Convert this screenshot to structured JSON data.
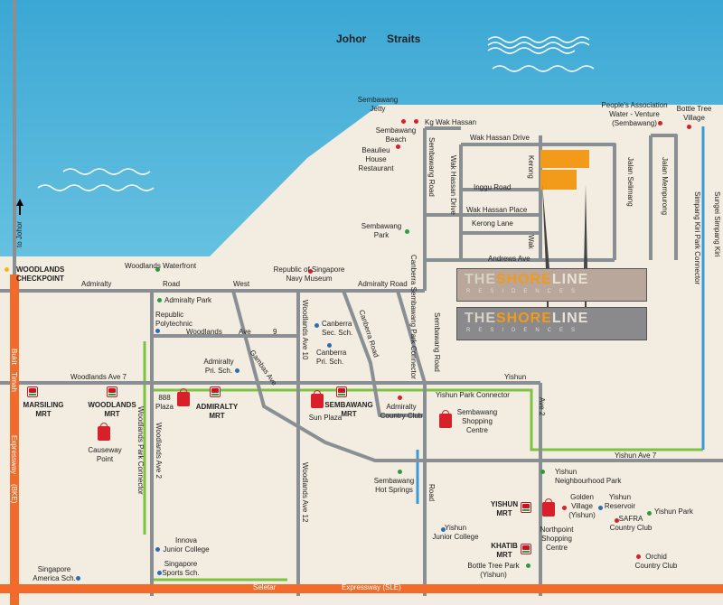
{
  "water_name_1": "Johor",
  "water_name_2": "Straits",
  "to_johor": "to Johor",
  "brand": {
    "part1": "THE",
    "part2": "SHORE",
    "part3": "LINE",
    "tagline": "RESIDENCES"
  },
  "roads": {
    "admiralty_road": "Admiralty",
    "road_1": "Road",
    "west": "West",
    "admiralty_road_2": "Admiralty Road",
    "woodlands_ave_9_a": "Woodlands",
    "woodlands_ave_9_b": "Ave",
    "woodlands_ave_9_c": "9",
    "woodlands_ave_7": "Woodlands   Ave   7",
    "yishun": "Yishun",
    "yishun_park_connector": "Yishun   Park   Connector",
    "yishun_ave_7": "Yishun   Ave   7",
    "seletar": "Seletar",
    "sle": "Expressway (SLE)",
    "wak_hassan": "Wak      Hassan      Drive",
    "inggu_road": "Inggu   Road",
    "wak_hassan_place": "Wak  Hassan Place",
    "kerong_lane": "Kerong    Lane",
    "andrews_ave": "Andrews             Ave",
    "kg_wak_hassan": "Kg Wak Hassan",
    "bke_1": "Bukit",
    "bke_2": "Timah",
    "bke_3": "Expressway",
    "bke_4": "(BKE)",
    "woodlands_park_connector": "Woodlands    Park    Connector",
    "woodlands_ave_2": "Woodlands      Ave      2",
    "woodlands_ave_10": "Woodlands    Ave    10",
    "woodlands_ave_12": "Woodlands      Ave      12",
    "gambas_ave": "Gambas                 Ave",
    "canberra_road": "Canberra        Road",
    "canberra_connector": "Canberra Sembawang Park Connector",
    "sembawang_road": "Sembawang              Road",
    "sembawang_road_2": "Sembawang     Road",
    "wak_hassan_drive_v": "Wak    Hassan    Drive",
    "kerong": "Kerong",
    "wak": "Wak",
    "jalan_selimang": "Jalan      Selimang",
    "jalan_mempurong": "Jalan      Mempurong",
    "simpang_kiri": "Simpang    Kiri    Park    Connector",
    "sungei_simpang_kiri": "Sungei      Simpang      Kiri",
    "yishun_ave_2": "Ave        2",
    "yishun_road": "Road"
  },
  "places": {
    "woodlands_checkpoint": "WOODLANDS\nCHECKPOINT",
    "woodlands_waterfront": "Woodlands Waterfront",
    "navy_museum": "Republic of Singapore\nNavy Museum",
    "sembawang_jetty": "Sembawang\nJetty",
    "sembawang_beach": "Sembawang\nBeach",
    "beaulieu": "Beaulieu\nHouse\nRestaurant",
    "sembawang_park": "Sembawang\nPark",
    "peoples_association": "People's Association\nWater - Venture\n(Sembawang)",
    "bottle_tree_village": "Bottle Tree\nVillage",
    "admiralty_park": "Admiralty Park",
    "republic_poly": "Republic\nPolytechnic",
    "canberra_sec": "Canberra\nSec. Sch.",
    "canberra_pri": "Canberra\nPri. Sch.",
    "admiralty_pri": "Admiralty\nPri. Sch.",
    "marsiling_mrt": "MARSILING\nMRT",
    "woodlands_mrt": "WOODLANDS\nMRT",
    "plaza_888": "888\nPlaza",
    "admiralty_mrt": "ADMIRALTY\nMRT",
    "sun_plaza": "Sun Plaza",
    "sembawang_mrt": "SEMBAWANG\nMRT",
    "admiralty_cc": "Admiralty\nCountry Club",
    "sembawang_sc": "Sembawang\nShopping\nCentre",
    "causeway_point": "Causeway\nPoint",
    "hot_springs": "Sembawang\nHot Springs",
    "yishun_np": "Yishun\nNeighbourhood Park",
    "yishun_mrt": "YISHUN\nMRT",
    "golden_village": "Golden\nVillage\n(Yishun)",
    "yishun_reservoir": "Yishun\nReservoir",
    "yishun_park": "Yishun Park",
    "safra": "SAFRA\nCountry Club",
    "northpoint": "Northpoint\nShopping\nCentre",
    "yishun_jc": "Yishun\nJunior College",
    "khatib_mrt": "KHATIB\nMRT",
    "bottle_tree_park": "Bottle Tree Park\n(Yishun)",
    "orchid_cc": "Orchid\nCountry Club",
    "innova_jc": "Innova\nJunior College",
    "singapore_sports": "Singapore\nSports Sch.",
    "singapore_america": "Singapore\nAmerica Sch."
  },
  "colors": {
    "sea": "#4fb3d9",
    "land": "#f3ede1",
    "road": "#8a8f94",
    "expressway": "#f26b2a",
    "park_connector_green": "#7dc242",
    "park_connector_blue": "#3a9ad9",
    "development": "#f29a1a"
  }
}
